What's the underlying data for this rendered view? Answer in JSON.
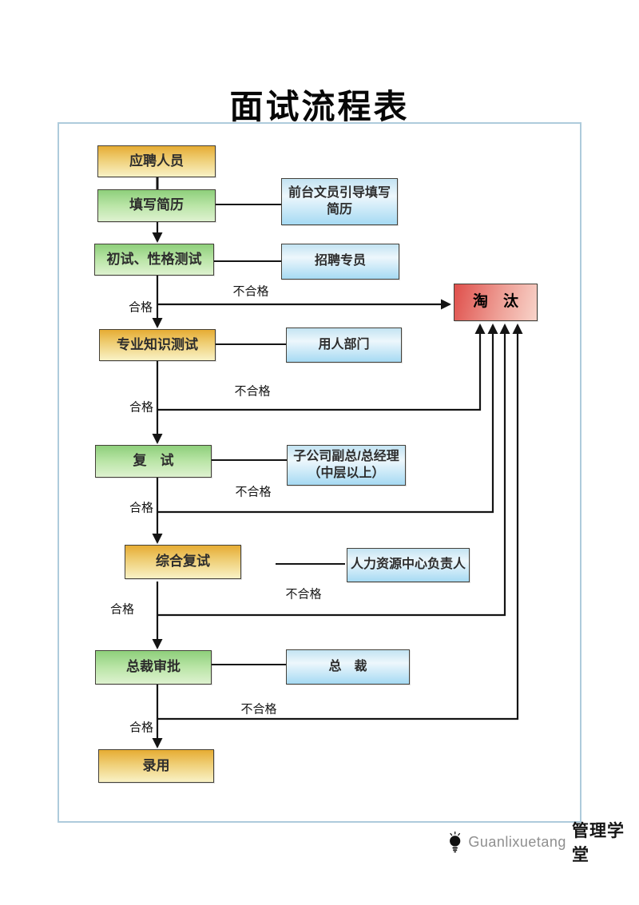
{
  "title": "面试流程表",
  "flow": {
    "steps": [
      {
        "label": "应聘人员",
        "color": "yellow"
      },
      {
        "label": "填写简历",
        "color": "green"
      },
      {
        "label": "初试、性格测试",
        "color": "green"
      },
      {
        "label": "专业知识测试",
        "color": "yellow"
      },
      {
        "label": "复　试",
        "color": "green"
      },
      {
        "label": "综合复试",
        "color": "yellow"
      },
      {
        "label": "总裁审批",
        "color": "green"
      },
      {
        "label": "录用",
        "color": "yellow"
      }
    ],
    "actors": [
      {
        "label": "前台文员引导填写\n简历"
      },
      {
        "label": "招聘专员"
      },
      {
        "label": "用人部门"
      },
      {
        "label": "子公司副总/总经理\n（中层以上）"
      },
      {
        "label": "人力资源中心负责人"
      },
      {
        "label": "总　裁"
      }
    ],
    "reject": {
      "label": "淘　汰"
    },
    "pass_label": "合格",
    "fail_label": "不合格"
  },
  "colors": {
    "step_yellow": "#e6ac33",
    "step_green": "#8ecf7b",
    "actor_blue": "#a6daf3",
    "reject_red": "#df4f4b",
    "frame_border": "#aecbdc",
    "line": "#141414"
  },
  "footer": {
    "logo_icon": "lightbulb-icon",
    "brand_latin": "Guanlixuetang",
    "brand_cjk": "管理学堂"
  }
}
